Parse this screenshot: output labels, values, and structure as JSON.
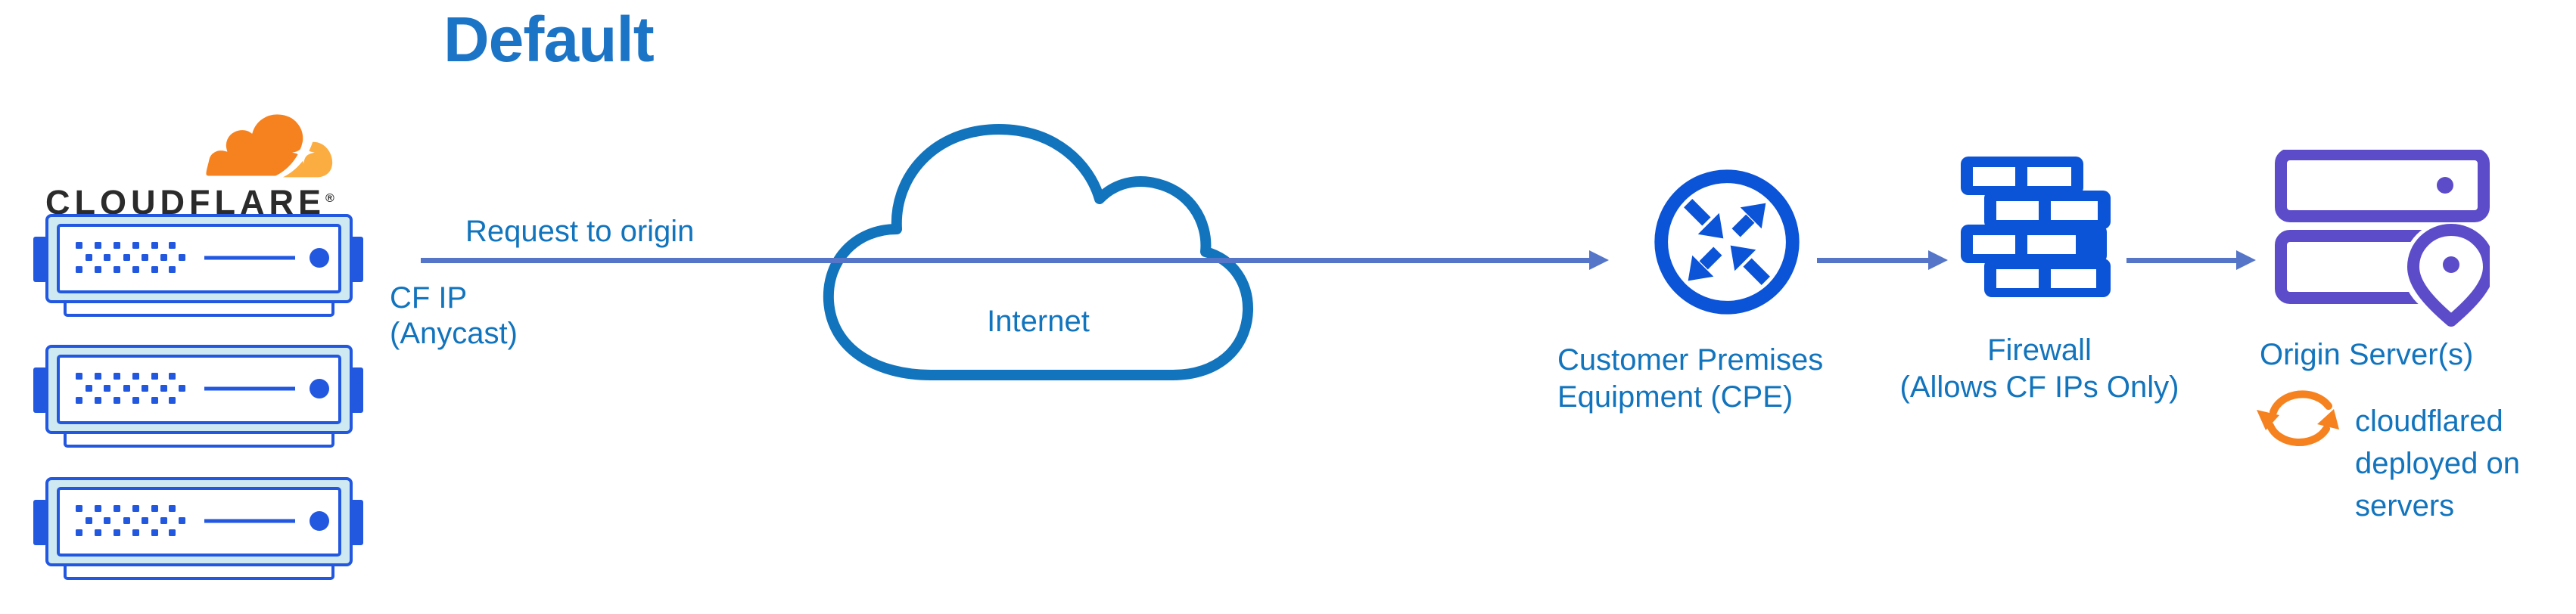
{
  "title": "Default",
  "palette": {
    "label_blue": "#1274bd",
    "title_blue": "#1b74c6",
    "arrow_blue": "#5576c8",
    "icon_blue": "#0b53d7",
    "server_blue": "#2257e0",
    "server_fill": "#cfe9f2",
    "origin_purple": "#5c4cc9",
    "cf_orange": "#f6821f",
    "cf_orange_light": "#fbad41",
    "wordmark_dark": "#2b2b2b"
  },
  "cloudflare": {
    "wordmark": "CLOUDFLARE",
    "registered": "®"
  },
  "edge": {
    "request_label": "Request to origin",
    "ip_line1": "CF IP",
    "ip_line2": "(Anycast)"
  },
  "internet": {
    "label": "Internet"
  },
  "cpe": {
    "line1": "Customer Premises",
    "line2": "Equipment (CPE)"
  },
  "firewall": {
    "line1": "Firewall",
    "line2": "(Allows CF IPs Only)"
  },
  "origin": {
    "label": "Origin Server(s)",
    "note_line1": "cloudflared",
    "note_line2": "deployed on",
    "note_line3": "servers"
  }
}
